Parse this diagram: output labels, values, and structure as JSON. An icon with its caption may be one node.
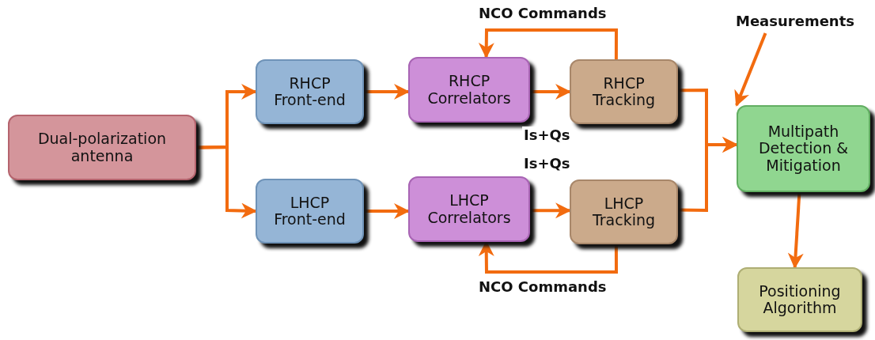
{
  "diagram": {
    "nodes": [
      {
        "text": [
          "Dual-polarization antenna"
        ]
      },
      {
        "text": [
          "RHCP Front-end"
        ]
      },
      {
        "text": [
          "LHCP Front-end"
        ]
      },
      {
        "text": [
          "RHCP Correlators"
        ]
      },
      {
        "text": [
          "LHCP Correlators"
        ]
      },
      {
        "text": [
          "RHCP Tracking"
        ]
      },
      {
        "text": [
          "LHCP Tracking"
        ]
      },
      {
        "text": [
          "Multipath Detection & Mitigation"
        ]
      },
      {
        "text": [
          "Positioning Algorithm"
        ]
      },
      {
        "text": [
          "Measurements"
        ]
      }
    ],
    "edges": [
      {
        "from": 0,
        "to": 1,
        "arrow": "to"
      },
      {
        "from": 0,
        "to": 2,
        "arrow": "to"
      },
      {
        "from": 1,
        "to": 3,
        "arrow": "to"
      },
      {
        "from": 2,
        "to": 4,
        "arrow": "to"
      },
      {
        "from": 3,
        "to": 5,
        "arrow": "to"
      },
      {
        "from": 4,
        "to": 6,
        "arrow": "to"
      },
      {
        "from": 5,
        "to": 3,
        "arrow": "to",
        "label": "NCO Commands"
      },
      {
        "from": 6,
        "to": 4,
        "arrow": "to",
        "label": "NCO Commands"
      },
      {
        "from": 5,
        "to": 7,
        "arrow": "to"
      },
      {
        "from": 6,
        "to": 7,
        "arrow": "to"
      },
      {
        "from": 7,
        "to": 8,
        "arrow": "to"
      },
      {
        "from": 9,
        "to": 7,
        "arrow": "to"
      }
    ],
    "labels": [
      "Is+Qs",
      "Is+Qs"
    ]
  }
}
